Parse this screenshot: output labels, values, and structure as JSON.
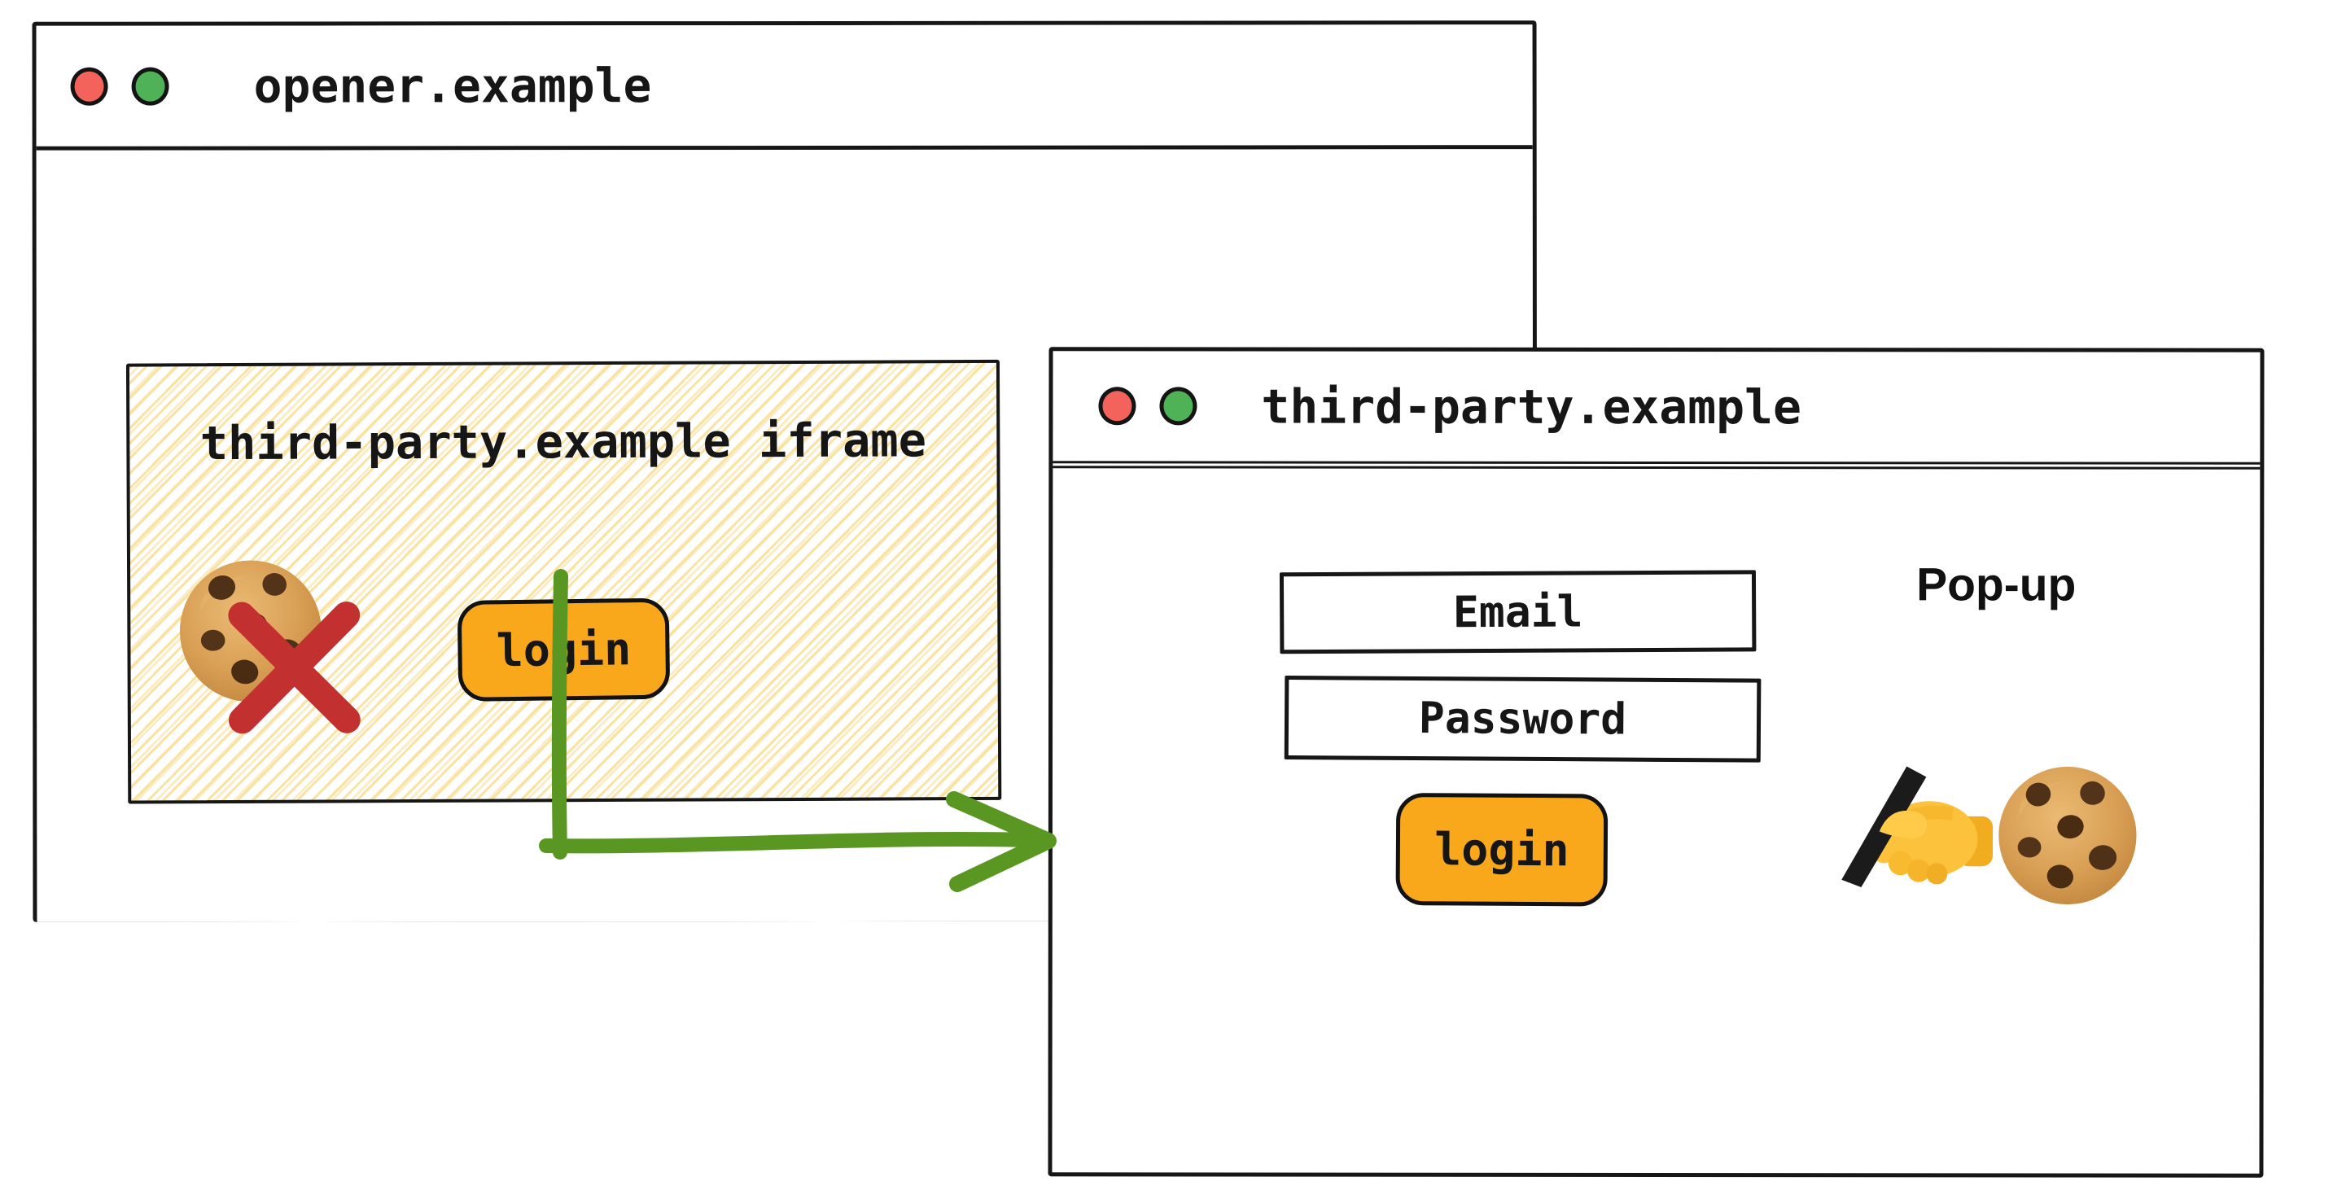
{
  "diagram": {
    "style": "hand-drawn-browser-windows",
    "colors": {
      "ink": "#161616",
      "hatch_yellow": "#FAE09C",
      "button_orange": "#F9A71B",
      "arrow_green": "#5A9722",
      "blocked_x_red": "#C23030",
      "traffic_light_red": "#F4625C",
      "traffic_light_green": "#4FB256"
    }
  },
  "opener_window": {
    "title": "opener.example",
    "iframe": {
      "label": "third-party.example iframe",
      "login_button": "login",
      "blocked_cookie_icon": "cookie-with-red-x"
    }
  },
  "popup_window": {
    "title": "third-party.example",
    "annotation": "Pop-up",
    "form": {
      "email_label": "Email",
      "password_label": "Password",
      "login_button": "login"
    },
    "icons": [
      "writing-hand",
      "cookie"
    ]
  }
}
